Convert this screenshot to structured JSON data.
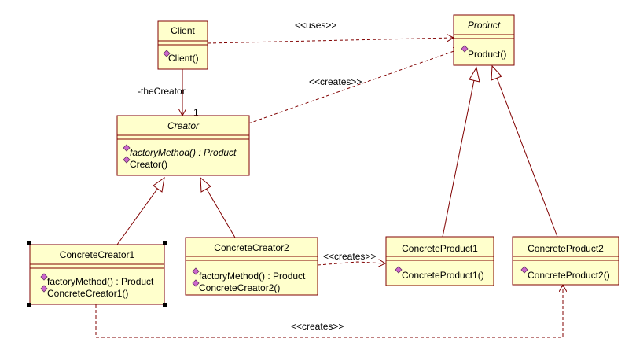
{
  "classes": {
    "client": {
      "name": "Client",
      "ops": [
        "Client()"
      ]
    },
    "product": {
      "name": "Product",
      "ops": [
        "Product()"
      ]
    },
    "creator": {
      "name": "Creator",
      "ops": [
        "factoryMethod() : Product",
        "Creator()"
      ]
    },
    "concrete_creator1": {
      "name": "ConcreteCreator1",
      "ops": [
        "factoryMethod() : Product",
        "ConcreteCreator1()"
      ]
    },
    "concrete_creator2": {
      "name": "ConcreteCreator2",
      "ops": [
        "factoryMethod() : Product",
        "ConcreteCreator2()"
      ]
    },
    "concrete_product1": {
      "name": "ConcreteProduct1",
      "ops": [
        "ConcreteProduct1()"
      ]
    },
    "concrete_product2": {
      "name": "ConcreteProduct2",
      "ops": [
        "ConcreteProduct2()"
      ]
    }
  },
  "relations": {
    "uses_label": "<<uses>>",
    "creates_label_product": "<<creates>>",
    "creates_label_cp1": "<<creates>>",
    "creates_label_cp2": "<<creates>>",
    "role_name": "-theCreator",
    "multiplicity": "1"
  },
  "icons": {
    "operation": "operation-icon",
    "selection": "selection-handle-icon"
  },
  "colors": {
    "fill": "#ffffcc",
    "stroke": "#800000",
    "operation_icon": "#cc66cc"
  }
}
